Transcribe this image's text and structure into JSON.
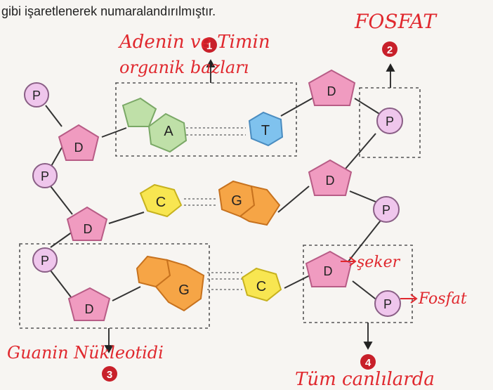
{
  "caption": "gibi işaretlenerek numaralandırılmıştır.",
  "handwritten": {
    "label1_line1": "Adenin ve Timin",
    "label1_line2": "organik bazları",
    "fosfat_top": "FOSFAT",
    "seker": "şeker",
    "fosfat_right": "Fosfat",
    "guanin": "Guanin Nükleotidi",
    "bottom": "Tüm canlılarda"
  },
  "markers": [
    "1",
    "2",
    "3",
    "4"
  ],
  "molecule_labels": {
    "P": "P",
    "D": "D",
    "A": "A",
    "T": "T",
    "G": "G",
    "C": "C"
  },
  "colors": {
    "handwriting": "#e0282e",
    "marker": "#c8202a",
    "phosphate": "#efc6ec",
    "sugar": "#f09bc0",
    "adenine": "#bfe0a8",
    "thymine": "#7fc2ee",
    "guanine": "#f6a546",
    "cytosine": "#f8e651"
  }
}
